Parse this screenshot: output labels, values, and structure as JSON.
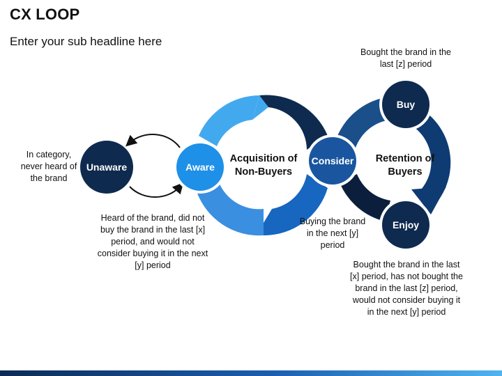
{
  "header": {
    "title": "CX LOOP",
    "subtitle": "Enter your sub headline here"
  },
  "nodes": {
    "unaware": "Unaware",
    "aware": "Aware",
    "consider": "Consider",
    "buy": "Buy",
    "enjoy": "Enjoy"
  },
  "loops": {
    "acquisition": "Acquisition of Non-Buyers",
    "retention": "Retention of Buyers"
  },
  "descriptions": {
    "unaware": "In category, never heard of the brand",
    "aware": "Heard of the brand, did not buy the brand in the last [x] period, and would not consider buying it in the next [y] period",
    "consider": "Buying the brand in the next [y] period",
    "buy": "Bought the brand in the last [z] period",
    "enjoy": "Bought the brand in the last [x] period, has not bought the brand in the last [z] period, would not consider buying it in the next [y] period"
  },
  "colors": {
    "navy": "#0f2a4f",
    "dark_blue": "#1a4b80",
    "blue": "#1c6fc7",
    "light_blue": "#3ea7ee",
    "deep_navy": "#0b1f3d"
  }
}
